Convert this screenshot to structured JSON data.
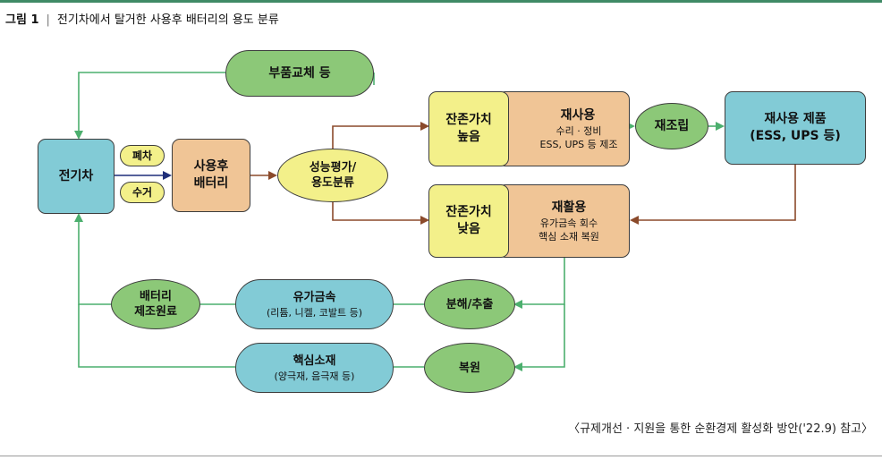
{
  "caption": {
    "figure_no": "그림 1",
    "title": "전기차에서 탈거한 사용후 배터리의 용도 분류"
  },
  "source": "〈규제개선 · 지원을 통한 순환경제 활성화 방안('22.9) 참고〉",
  "colors": {
    "green": "#8cc878",
    "blue": "#82cbd6",
    "orange": "#f0c596",
    "yellow": "#f3f08a",
    "arrow_brown": "#8b4a2b",
    "arrow_green": "#4caf6e",
    "arrow_navy": "#1f2f7a",
    "top_rule": "#3f8a66"
  },
  "nodes": {
    "parts_replacement": "부품교체 등",
    "ev": "전기차",
    "scrap": "폐차",
    "collect": "수거",
    "used_battery": {
      "line1": "사용후",
      "line2": "배터리"
    },
    "evaluation": {
      "line1": "성능평가/",
      "line2": "용도분류"
    },
    "high_value": {
      "line1": "잔존가치",
      "line2": "높음"
    },
    "reuse": {
      "title": "재사용",
      "line1": "수리 · 정비",
      "line2": "ESS, UPS 등 제조"
    },
    "reassembly": "재조립",
    "reuse_product": {
      "line1": "재사용 제품",
      "line2": "(ESS, UPS 등)"
    },
    "low_value": {
      "line1": "잔존가치",
      "line2": "낮음"
    },
    "recycle": {
      "title": "재활용",
      "line1": "유가금속 회수",
      "line2": "핵심 소재 복원"
    },
    "battery_material": {
      "line1": "배터리",
      "line2": "제조원료"
    },
    "valuable_metals": {
      "title": "유가금속",
      "sub": "(리튬, 니켈, 코발트 등)"
    },
    "disassembly": "분해/추출",
    "core_material": {
      "title": "핵심소재",
      "sub": "(양극재, 음극재 등)"
    },
    "restoration": "복원"
  }
}
